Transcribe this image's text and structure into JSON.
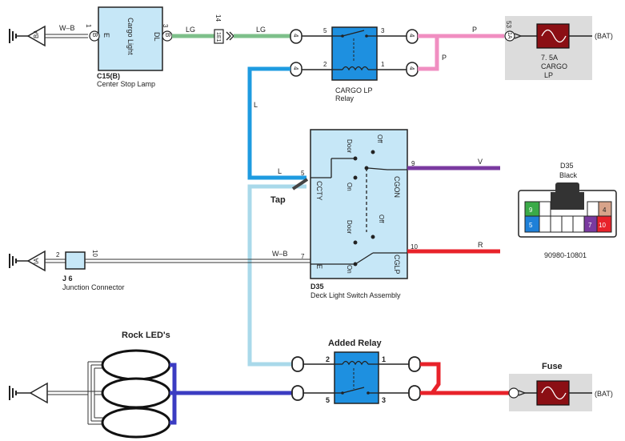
{
  "ground_ba": "BA",
  "ground_ia": "IA",
  "center_stop_lamp": {
    "box_label": "Cargo Light",
    "pin_e": "E",
    "pin_dl": "DL",
    "pin1": "1",
    "pin1_conn": "B",
    "pin3": "3",
    "pin3_conn": "B",
    "code": "C15(B)",
    "name": "Center Stop Lamp"
  },
  "wires": {
    "wb_top": "W–B",
    "lg_left": "LG",
    "lg_right": "LG",
    "p_top": "P",
    "p_side": "P",
    "l_vertical": "L",
    "l_horizontal": "L",
    "v": "V",
    "r": "R",
    "wb_mid": "W–B"
  },
  "connector_1e1": {
    "pin": "14",
    "code": "1E1"
  },
  "relay_cargo": {
    "name": "CARGO LP",
    "sub": "Relay",
    "pin5": "5",
    "pin3": "3",
    "pin2": "2",
    "pin1": "1"
  },
  "connector_4": "4",
  "fuse_cargo": {
    "pin": "53",
    "pin_conn": "1A",
    "rating": "7. 5A",
    "line1": "CARGO",
    "line2": "LP",
    "bat": "(BAT)"
  },
  "deck_switch": {
    "code": "D35",
    "name": "Deck Light Switch Assembly",
    "door_top": "Door",
    "off_top": "Off",
    "on_top": "On",
    "door_bottom": "Door",
    "off_bottom": "Off",
    "on_bottom": "On",
    "ccty": "CCTY",
    "cgon": "CGON",
    "cglp": "CGLP",
    "e": "E",
    "pin5": "5",
    "pin7": "7",
    "pin9": "9",
    "pin10": "10"
  },
  "tap_label": "Tap",
  "junction": {
    "code": "J 6",
    "name": "Junction Connector",
    "pin2": "2",
    "pin10": "10"
  },
  "connector_d35": {
    "code": "D35",
    "color": "Black",
    "part": "90980-10801",
    "pins": [
      "9",
      "4",
      "5",
      "7",
      "10"
    ]
  },
  "rock_leds": "Rock LED's",
  "added_relay": {
    "name": "Added Relay",
    "pin2": "2",
    "pin1": "1",
    "pin5": "5",
    "pin3": "3"
  },
  "fuse_added": {
    "title": "Fuse",
    "bat": "(BAT)"
  },
  "colors": {
    "lg": "#7dc08a",
    "pink": "#f08ec1",
    "blue": "#1e9be0",
    "lightblue": "#a9d9ea",
    "violet": "#7a3aa0",
    "red": "#e8222a",
    "navy": "#3b3cc2",
    "relay_fill": "#1e90e0",
    "box_fill": "#c6e7f7",
    "fuse_fill": "#8b0f14",
    "gray_box": "#dcdcdc"
  }
}
